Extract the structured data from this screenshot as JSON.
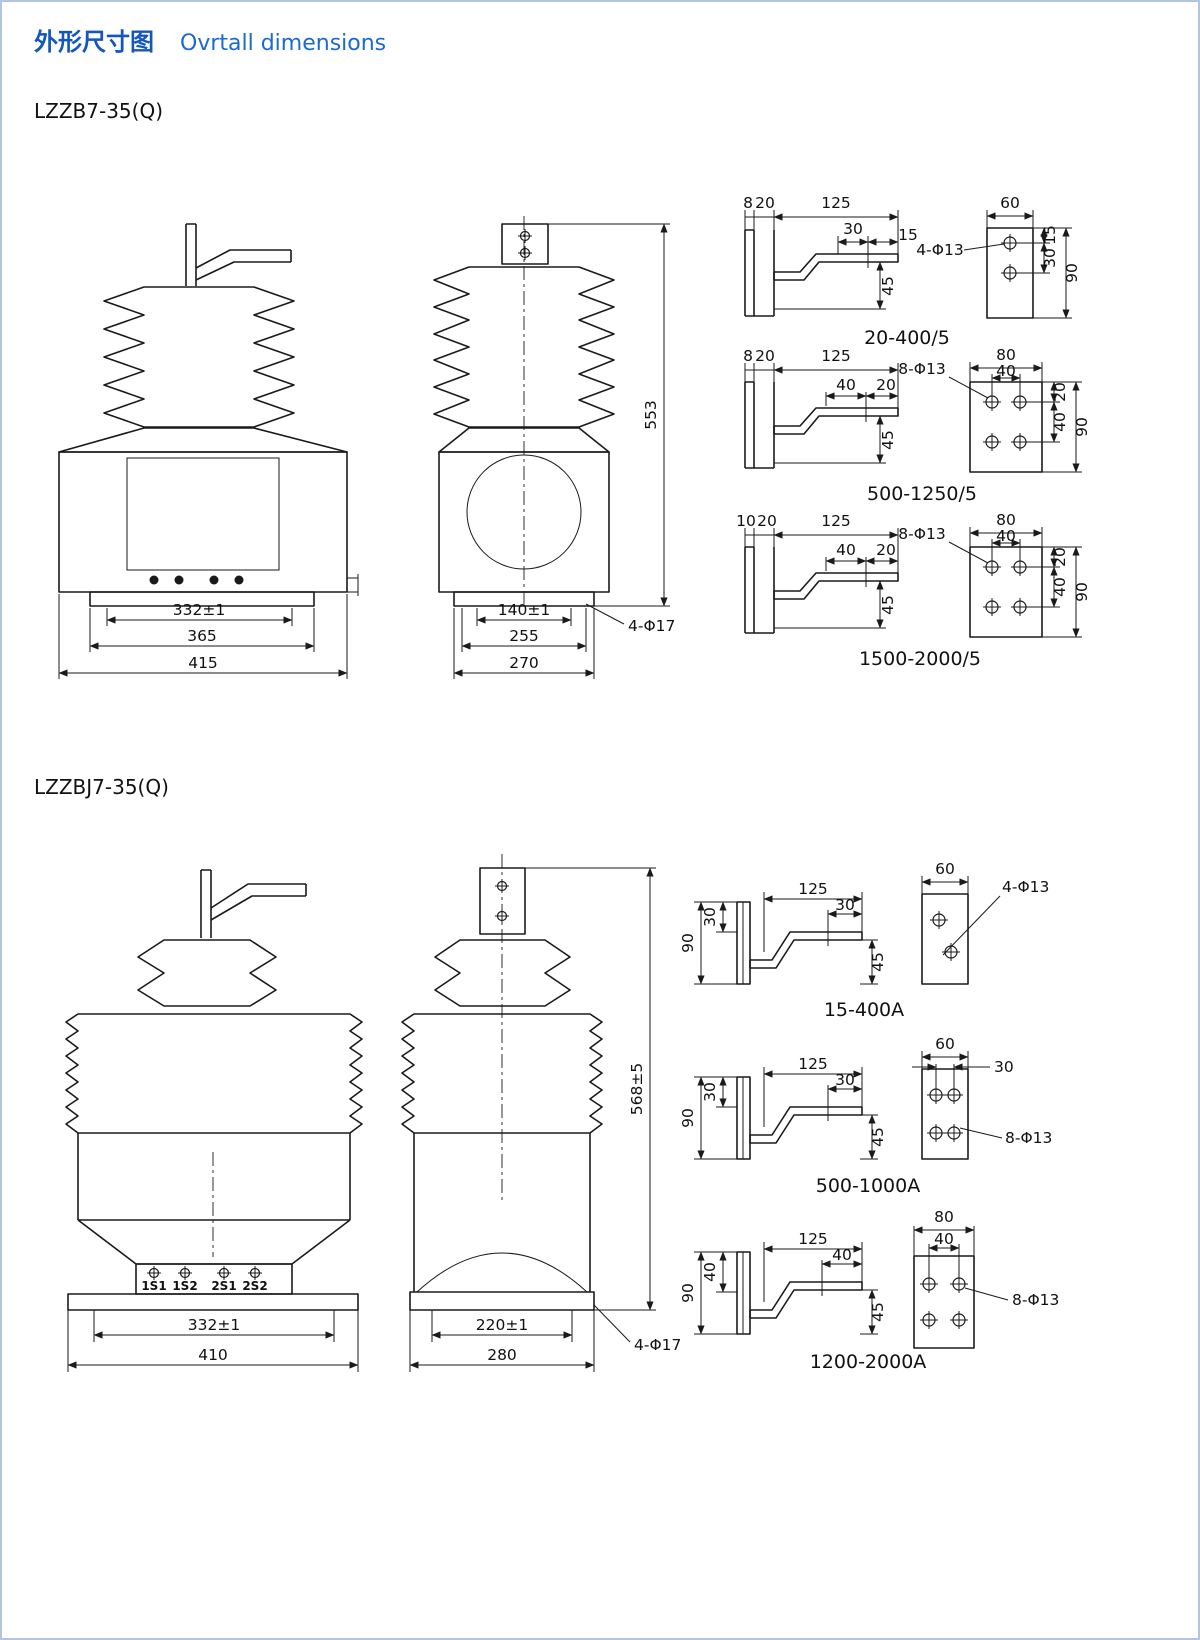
{
  "header": {
    "title_zh": "外形尺寸图",
    "title_en": "Ovrtall dimensions"
  },
  "colors": {
    "accent": "#1456c0",
    "line": "#1a1a1a",
    "border": "#b3c4e0"
  },
  "s1": {
    "model": "LZZB7-35(Q)",
    "front": {
      "d1": "332±1",
      "d2": "365",
      "d3": "415"
    },
    "side": {
      "height": "553",
      "d1": "140±1",
      "d2": "255",
      "d3": "270",
      "hole": "4-Φ17"
    },
    "t1": {
      "a": "8",
      "b": "20",
      "c": "125",
      "d": "30",
      "e": "15",
      "f": "45",
      "p1": "60",
      "p2": "15",
      "p3": "30",
      "p4": "90",
      "hole": "4-Φ13",
      "caption": "20-400/5"
    },
    "t2": {
      "a": "8",
      "b": "20",
      "c": "125",
      "d": "40",
      "e": "20",
      "f": "45",
      "p1": "80",
      "p2": "40",
      "p3": "20",
      "p4": "40",
      "p5": "90",
      "hole": "8-Φ13",
      "caption": "500-1250/5"
    },
    "t3": {
      "a": "10",
      "b": "20",
      "c": "125",
      "d": "40",
      "e": "20",
      "f": "45",
      "p1": "80",
      "p2": "40",
      "p3": "20",
      "p4": "40",
      "p5": "90",
      "hole": "8-Φ13",
      "caption": "1500-2000/5"
    }
  },
  "s2": {
    "model": "LZZBJ7-35(Q)",
    "front": {
      "d1": "332±1",
      "d2": "410",
      "terminals": [
        "1S1",
        "1S2",
        "2S1",
        "2S2"
      ]
    },
    "side": {
      "height": "568±5",
      "d1": "220±1",
      "d2": "280",
      "hole": "4-Φ17"
    },
    "t1": {
      "v1": "90",
      "v2": "30",
      "c": "125",
      "d": "30",
      "f": "45",
      "p1": "60",
      "hole": "4-Φ13",
      "caption": "15-400A"
    },
    "t2": {
      "v1": "90",
      "v2": "30",
      "c": "125",
      "d": "30",
      "f": "45",
      "p1": "60",
      "p2": "30",
      "hole": "8-Φ13",
      "caption": "500-1000A"
    },
    "t3": {
      "v1": "90",
      "v2": "40",
      "c": "125",
      "d": "40",
      "f": "45",
      "p1": "80",
      "p2": "40",
      "hole": "8-Φ13",
      "caption": "1200-2000A"
    }
  }
}
